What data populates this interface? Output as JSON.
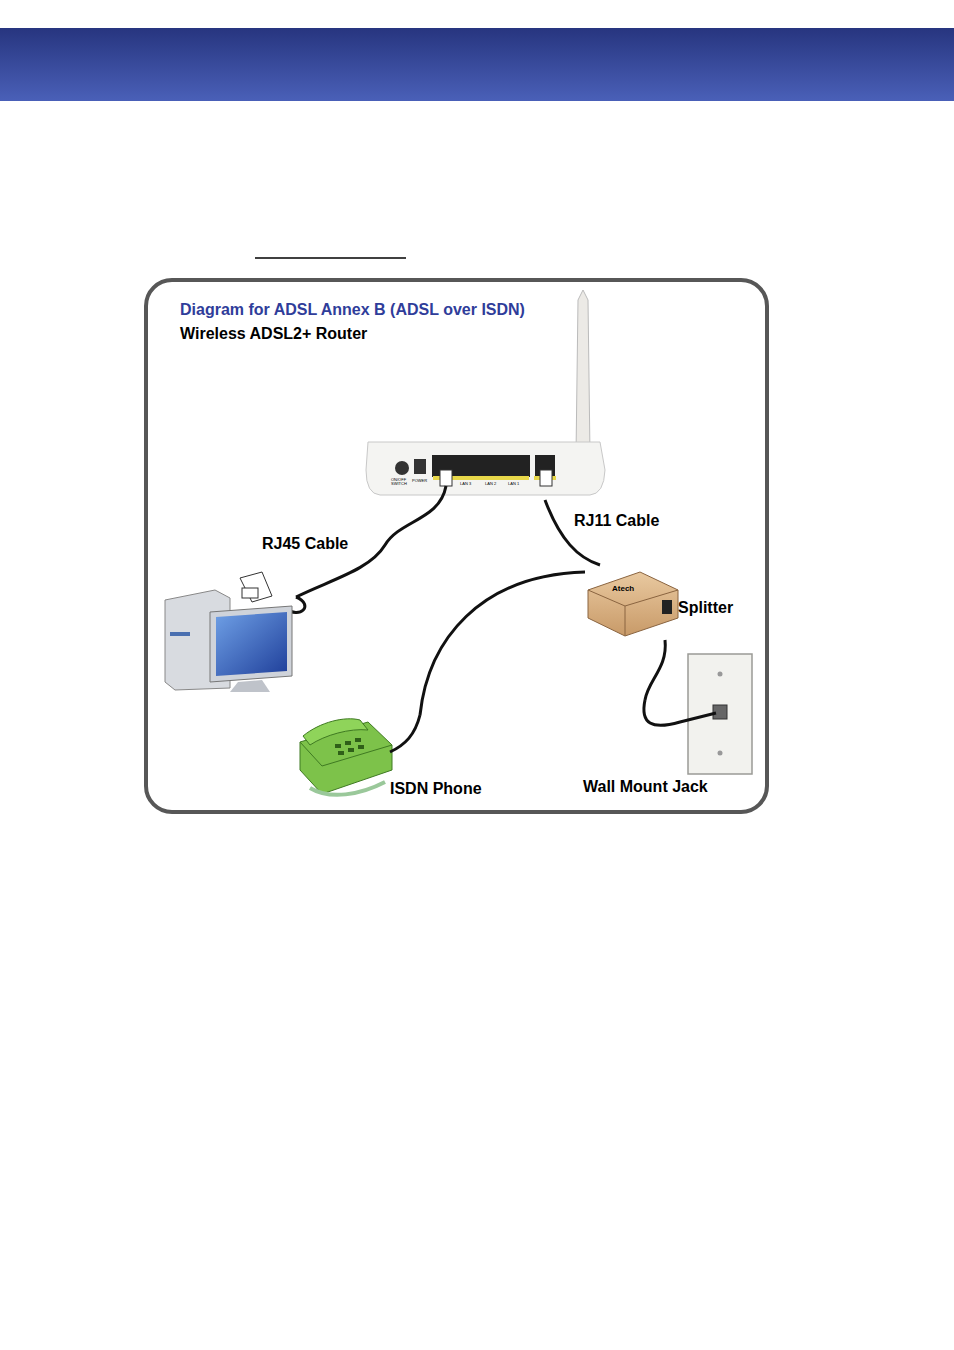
{
  "diagram": {
    "title": "Diagram for ADSL Annex B (ADSL over ISDN)",
    "nodes": [
      {
        "text": [
          "Wireless ADSL2+ Router"
        ]
      },
      {
        "text": [
          "Splitter"
        ]
      },
      {
        "text": [
          "ISDN Phone"
        ]
      },
      {
        "text": [
          "Wall Mount Jack"
        ]
      }
    ],
    "edges": [
      {
        "from": 0,
        "to": 1,
        "arrow": "none",
        "label": "RJ11 Cable"
      },
      {
        "from": 1,
        "to": 2,
        "arrow": "none"
      },
      {
        "from": 1,
        "to": 3,
        "arrow": "none"
      }
    ],
    "labels": [
      "RJ45 Cable",
      "ON/OFF SWITCH",
      "POWER",
      "LAN 3",
      "LAN 2",
      "LAN 1",
      "Atech"
    ]
  }
}
